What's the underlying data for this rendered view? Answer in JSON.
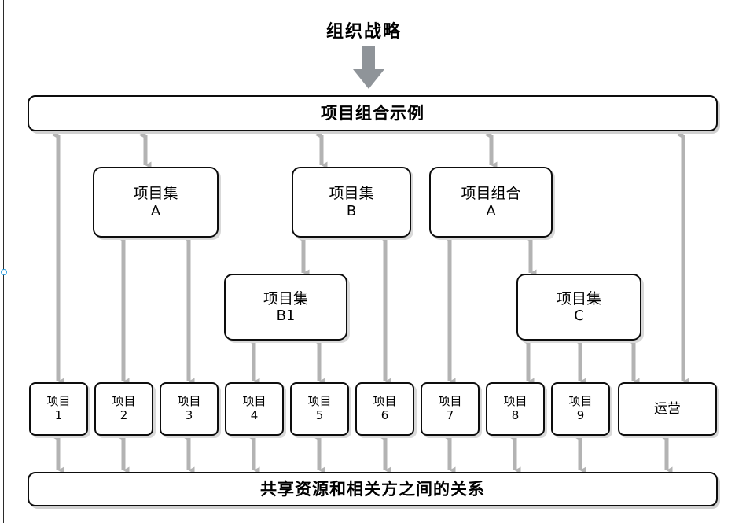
{
  "diagram": {
    "title": "组织战略",
    "header_bar": "项目组合示例",
    "footer_bar": "共享资源和相关方之间的关系",
    "strategy_arrow_icon": "thick-down-arrow-icon",
    "tier2": [
      {
        "line1": "项目集",
        "line2": "A"
      },
      {
        "line1": "项目集",
        "line2": "B"
      },
      {
        "line1": "项目组合",
        "line2": "A"
      }
    ],
    "tier3": [
      {
        "line1": "项目集",
        "line2": "B1"
      },
      {
        "line1": "项目集",
        "line2": "C"
      }
    ],
    "tier4": [
      {
        "line1": "项目",
        "line2": "1"
      },
      {
        "line1": "项目",
        "line2": "2"
      },
      {
        "line1": "项目",
        "line2": "3"
      },
      {
        "line1": "项目",
        "line2": "4"
      },
      {
        "line1": "项目",
        "line2": "5"
      },
      {
        "line1": "项目",
        "line2": "6"
      },
      {
        "line1": "项目",
        "line2": "7"
      },
      {
        "line1": "项目",
        "line2": "8"
      },
      {
        "line1": "项目",
        "line2": "9"
      },
      {
        "line1": "运营",
        "line2": ""
      }
    ],
    "colors": {
      "arrow": "#b3b3b3",
      "node_border": "#0d0d0d",
      "node_fill": "#ffffff",
      "shadow": "#d9d9d9",
      "text": "#000000",
      "edge_handle": "#2f9fe0"
    }
  }
}
